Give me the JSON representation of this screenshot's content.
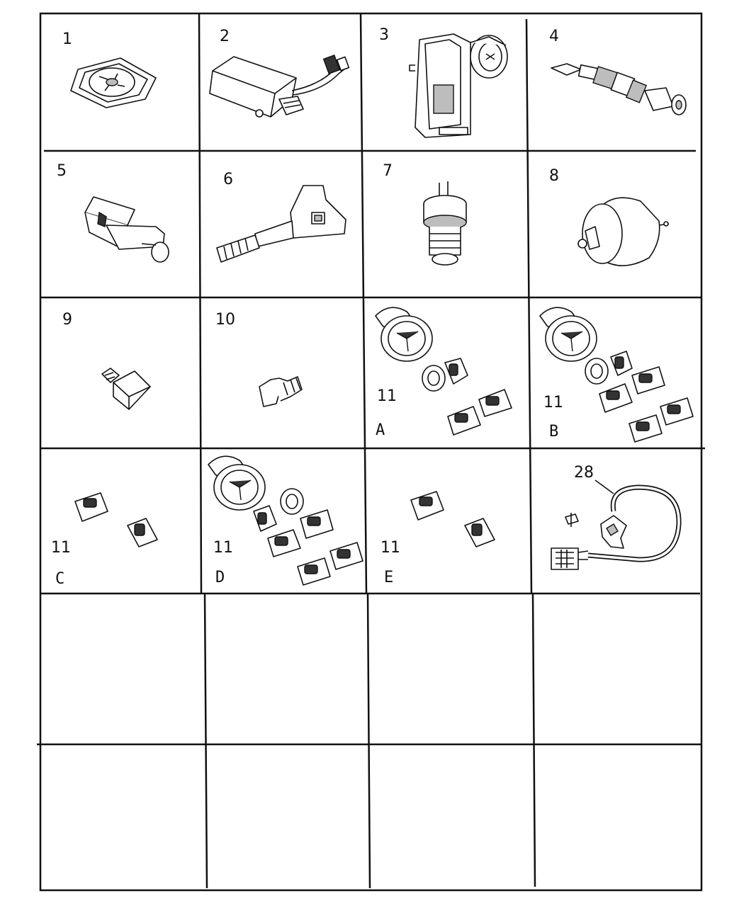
{
  "cells": [
    {
      "number": "1",
      "letter": "",
      "icon": "grommet-plate-icon"
    },
    {
      "number": "2",
      "letter": "",
      "icon": "relay-module-icon"
    },
    {
      "number": "3",
      "letter": "",
      "icon": "switch-housing-icon"
    },
    {
      "number": "4",
      "letter": "",
      "icon": "ignition-lock-cylinder-icon"
    },
    {
      "number": "5",
      "letter": "",
      "icon": "push-switch-icon"
    },
    {
      "number": "6",
      "letter": "",
      "icon": "multifunction-stalk-icon"
    },
    {
      "number": "7",
      "letter": "",
      "icon": "threaded-sender-icon"
    },
    {
      "number": "8",
      "letter": "",
      "icon": "pressure-sender-icon"
    },
    {
      "number": "9",
      "letter": "",
      "icon": "square-plug-icon"
    },
    {
      "number": "10",
      "letter": "",
      "icon": "threaded-plug-icon"
    },
    {
      "number": "11",
      "letter": "A",
      "icon": "switch-kit-icon"
    },
    {
      "number": "11",
      "letter": "B",
      "icon": "switch-kit-icon"
    },
    {
      "number": "11",
      "letter": "C",
      "icon": "switch-pair-icon"
    },
    {
      "number": "11",
      "letter": "D",
      "icon": "switch-kit-icon"
    },
    {
      "number": "11",
      "letter": "E",
      "icon": "switch-pair-icon"
    },
    {
      "number": "28",
      "letter": "",
      "icon": "wiring-harness-icon"
    }
  ]
}
